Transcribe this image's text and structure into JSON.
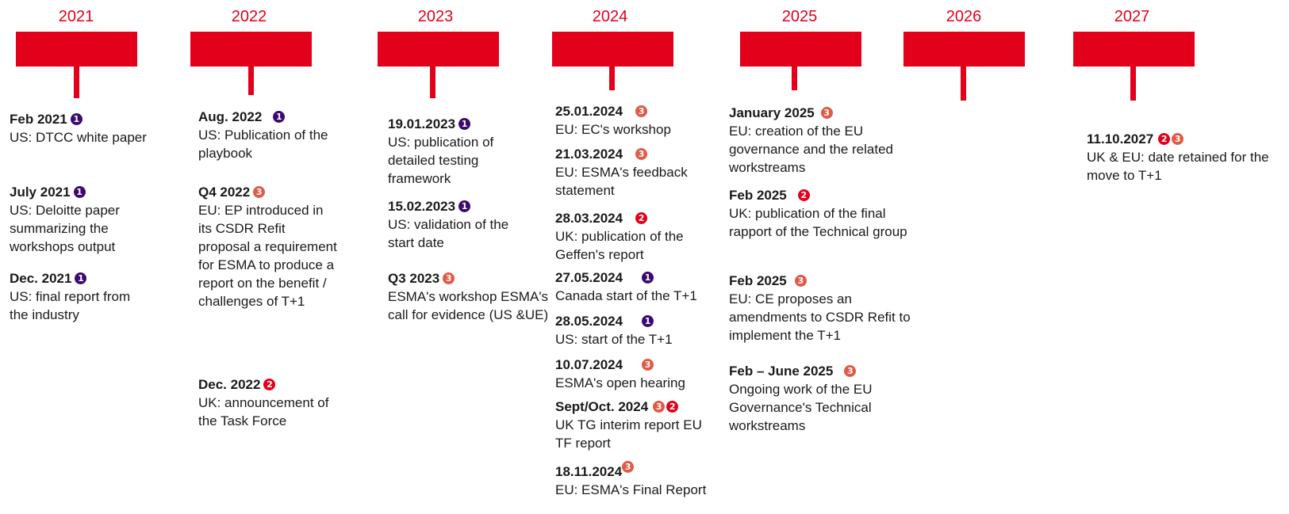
{
  "colors": {
    "accent": "#e2001a",
    "badge_1": "#3b0a6e",
    "badge_2": "#e2001a",
    "badge_3": "#e15a47"
  },
  "years": [
    "2021",
    "2022",
    "2023",
    "2024",
    "2025",
    "2026",
    "2027"
  ],
  "badge_glyphs": {
    "1": "1",
    "2": "2",
    "3": "3"
  },
  "events": {
    "e2021": [
      {
        "date": "Feb 2021",
        "text": "US: DTCC white paper"
      },
      {
        "date": "July 2021",
        "text": "US: Deloitte paper summarizing the workshops output"
      },
      {
        "date": "Dec. 2021",
        "text": "US: final report from the industry"
      }
    ],
    "e2022": [
      {
        "date": "Aug. 2022",
        "text": "US: Publication of the playbook"
      },
      {
        "date": "Q4 2022",
        "text": "EU: EP introduced in its CSDR Refit proposal a requirement for ESMA to produce a report on the benefit / challenges of T+1"
      },
      {
        "date": "Dec. 2022",
        "text": "UK: announcement of the Task Force"
      }
    ],
    "e2023": [
      {
        "date": "19.01.2023",
        "text": "US: publication of detailed testing framework"
      },
      {
        "date": "15.02.2023",
        "text": "US: validation of the start date"
      },
      {
        "date": "Q3 2023",
        "text": "ESMA's workshop ESMA's call for evidence (US &UE)"
      }
    ],
    "e2024": [
      {
        "date": "25.01.2024",
        "text": "EU: EC's workshop"
      },
      {
        "date": "21.03.2024",
        "text": "EU: ESMA's feedback statement"
      },
      {
        "date": "28.03.2024",
        "text": "UK: publication of the Geffen's report"
      },
      {
        "date": "27.05.2024",
        "text": "Canada start of the T+1"
      },
      {
        "date": "28.05.2024",
        "text": "US: start of the T+1"
      },
      {
        "date": "10.07.2024",
        "text": "ESMA's open hearing"
      },
      {
        "date": "Sept/Oct. 2024",
        "text": "UK TG interim report EU TF report"
      },
      {
        "date": "18.11.2024",
        "text": "EU: ESMA's Final Report"
      }
    ],
    "e2025": [
      {
        "date": "January 2025",
        "text": "EU: creation of the EU governance and the related workstreams"
      },
      {
        "date": "Feb 2025",
        "text": "UK: publication of the final rapport of the Technical group"
      },
      {
        "date": "Feb 2025",
        "text": "EU: CE proposes an amendments to CSDR Refit to implement the T+1"
      },
      {
        "date": "Feb – June 2025",
        "text": "Ongoing work of the EU Governance's Technical workstreams"
      }
    ],
    "e2027": [
      {
        "date": "11.10.2027",
        "text": "UK & EU: date retained for the move to T+1"
      }
    ]
  }
}
